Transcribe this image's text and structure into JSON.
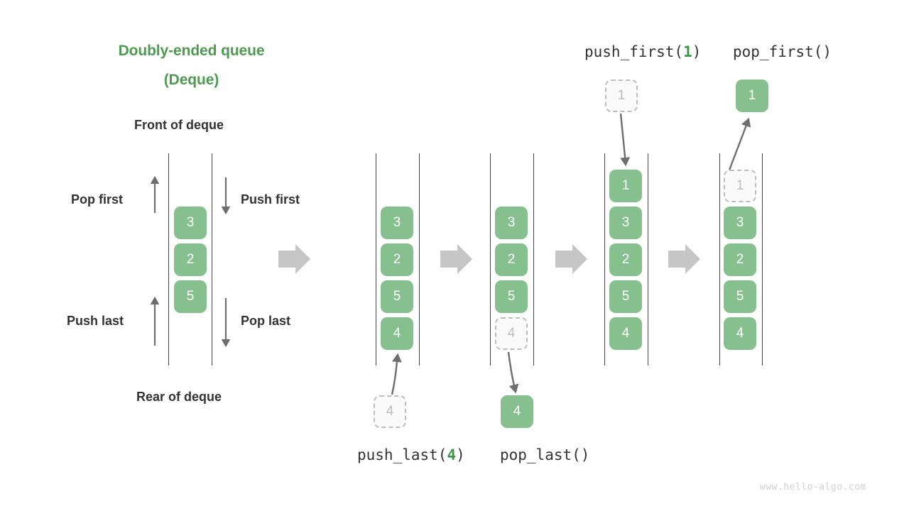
{
  "title": {
    "line1": "Doubly-ended queue",
    "line2": "(Deque)"
  },
  "labels": {
    "front": "Front of deque",
    "rear": "Rear of deque",
    "pop_first": "Pop first",
    "push_first": "Push first",
    "push_last": "Push last",
    "pop_last": "Pop last"
  },
  "operations": {
    "push_first": {
      "name": "push_first(",
      "arg": "1",
      "close": ")"
    },
    "pop_first": {
      "name": "pop_first()"
    },
    "push_last": {
      "name": "push_last(",
      "arg": "4",
      "close": ")"
    },
    "pop_last": {
      "name": "pop_last()"
    }
  },
  "stages": [
    {
      "id": "initial",
      "caption": "",
      "items": [
        {
          "value": "3",
          "state": "solid"
        },
        {
          "value": "2",
          "state": "solid"
        },
        {
          "value": "5",
          "state": "solid"
        }
      ]
    },
    {
      "id": "after-push-last",
      "caption": "push_last(4)",
      "items": [
        {
          "value": "3",
          "state": "solid"
        },
        {
          "value": "2",
          "state": "solid"
        },
        {
          "value": "5",
          "state": "solid"
        },
        {
          "value": "4",
          "state": "solid"
        }
      ],
      "floating": {
        "value": "4",
        "state": "ghost"
      }
    },
    {
      "id": "after-pop-last",
      "caption": "pop_last()",
      "items": [
        {
          "value": "3",
          "state": "solid"
        },
        {
          "value": "2",
          "state": "solid"
        },
        {
          "value": "5",
          "state": "solid"
        },
        {
          "value": "4",
          "state": "ghost"
        }
      ],
      "floating": {
        "value": "4",
        "state": "solid"
      }
    },
    {
      "id": "after-push-first",
      "caption": "push_first(1)",
      "items": [
        {
          "value": "1",
          "state": "solid"
        },
        {
          "value": "3",
          "state": "solid"
        },
        {
          "value": "2",
          "state": "solid"
        },
        {
          "value": "5",
          "state": "solid"
        },
        {
          "value": "4",
          "state": "solid"
        }
      ],
      "floating": {
        "value": "1",
        "state": "ghost"
      }
    },
    {
      "id": "after-pop-first",
      "caption": "pop_first()",
      "items": [
        {
          "value": "1",
          "state": "ghost"
        },
        {
          "value": "3",
          "state": "solid"
        },
        {
          "value": "2",
          "state": "solid"
        },
        {
          "value": "5",
          "state": "solid"
        },
        {
          "value": "4",
          "state": "solid"
        }
      ],
      "floating": {
        "value": "1",
        "state": "solid"
      }
    }
  ],
  "colors": {
    "title_green": "#4E9A51",
    "box_green": "#85C08E",
    "code_green": "#3E9647",
    "ghost_gray": "#BDBDBD",
    "text_dark": "#333333",
    "arrow_gray": "#6E6E6E",
    "transition_arrow": "#C6C6C6"
  },
  "watermark": "www.hello-algo.com"
}
